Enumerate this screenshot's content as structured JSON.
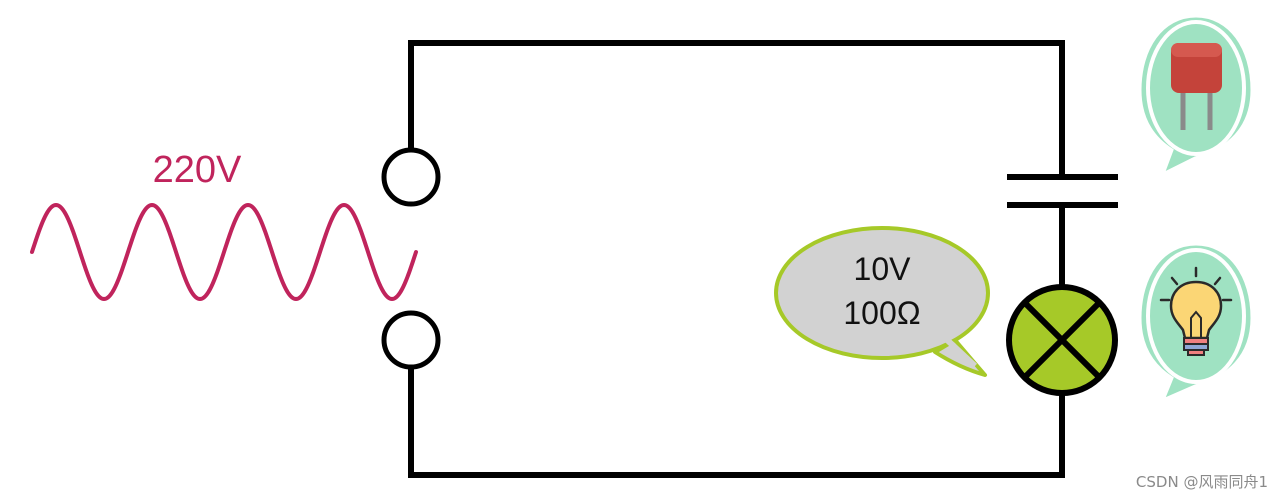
{
  "source": {
    "voltage_label": "220V"
  },
  "lamp_rating": {
    "voltage": "10V",
    "resistance": "100Ω"
  },
  "watermark": "CSDN @风雨同舟1",
  "icons": {
    "capacitor": "capacitor-icon",
    "bulb": "light-bulb-icon",
    "lamp": "lamp-symbol-icon",
    "wave": "ac-wave-icon"
  },
  "colors": {
    "wire": "#000000",
    "wave": "#c0245c",
    "lamp": "#a6c928",
    "bubble_fill": "#d2d2d2",
    "bubble_stroke": "#a6c928",
    "icon_bubble": "#9fe2c2",
    "capacitor_body": "#c4433a"
  }
}
